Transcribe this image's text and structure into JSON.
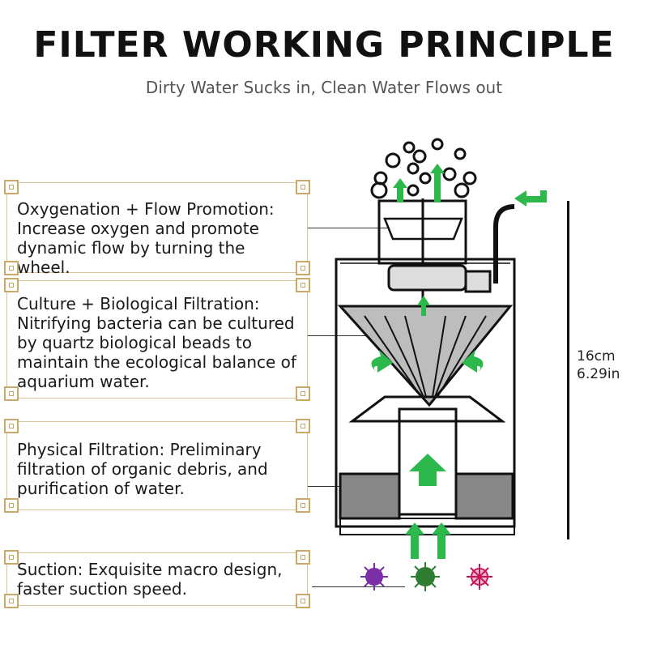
{
  "header": {
    "title": "FILTER WORKING PRINCIPLE",
    "subtitle": "Dirty Water Sucks in, Clean Water Flows out"
  },
  "callouts": [
    {
      "heading": "Oxygenation + Flow Promotion:",
      "body": "Increase oxygen and promote dynamic flow by turning the wheel."
    },
    {
      "heading": "Culture + Biological Filtration:",
      "body": "Nitrifying bacteria can be cultured by quartz biological beads to maintain the ecological balance of aquarium water."
    },
    {
      "heading": "Physical Filtration:",
      "body": "Preliminary filtration of organic debris, and purification of water."
    },
    {
      "heading": "",
      "body": "Suction: Exquisite macro design, faster suction speed."
    }
  ],
  "dimension": {
    "cm": "16cm",
    "inch": "6.29in"
  },
  "colors": {
    "arrow": "#2cb84a",
    "frame_gold": "#c8a96a",
    "germ_purple": "#7b2fa6",
    "germ_green": "#2e7d32",
    "germ_pink": "#c2185b"
  }
}
